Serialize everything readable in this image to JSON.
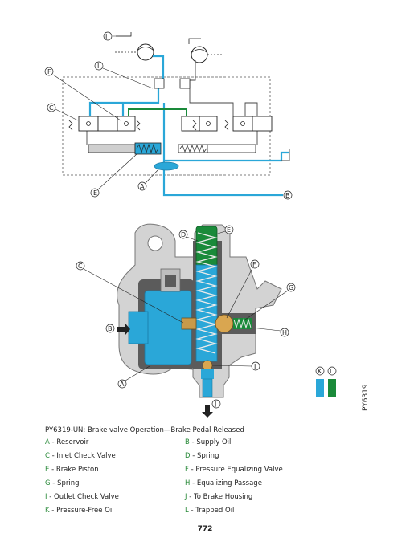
{
  "figure_reference": "PY6319",
  "caption": "PY6319-UN: Brake valve Operation—Brake Pedal Released",
  "callout_letters": [
    "A",
    "B",
    "C",
    "D",
    "E",
    "F",
    "G",
    "H",
    "I",
    "J",
    "K",
    "L"
  ],
  "legend": [
    {
      "key": "A",
      "label": "Reservoir"
    },
    {
      "key": "B",
      "label": "Supply Oil"
    },
    {
      "key": "C",
      "label": "Inlet Check Valve"
    },
    {
      "key": "D",
      "label": "Spring"
    },
    {
      "key": "E",
      "label": "Brake Piston"
    },
    {
      "key": "F",
      "label": "Pressure Equalizing Valve"
    },
    {
      "key": "G",
      "label": "Spring"
    },
    {
      "key": "H",
      "label": "Equalizing Passage"
    },
    {
      "key": "I",
      "label": "Outlet Check Valve"
    },
    {
      "key": "J",
      "label": "To Brake Housing"
    },
    {
      "key": "K",
      "label": "Pressure-Free Oil"
    },
    {
      "key": "L",
      "label": "Trapped Oil"
    }
  ],
  "colors": {
    "supply_oil": "#2aa7d8",
    "trapped_oil": "#1a8a3a",
    "pressure_free_oil": "#2aa7d8",
    "housing": "#cfcfcf",
    "housing_dark": "#9a9a9a",
    "key_text": "#2a8a3a"
  },
  "page_number": "772"
}
